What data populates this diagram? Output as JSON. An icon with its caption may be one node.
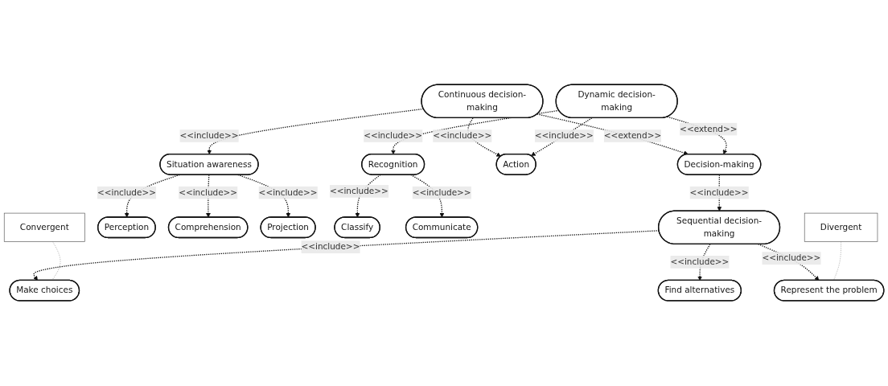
{
  "diagram": {
    "nodes": [
      {
        "text": [
          "Decision-making"
        ]
      },
      {
        "text": [
          "Continuous decision-making"
        ]
      },
      {
        "text": [
          "Sequential decision-making"
        ]
      },
      {
        "text": [
          "Make choices"
        ]
      },
      {
        "text": [
          "Find alternatives"
        ]
      },
      {
        "text": [
          "Dynamic decision-making"
        ]
      },
      {
        "text": [
          "Situation awareness"
        ]
      },
      {
        "text": [
          "Action"
        ]
      },
      {
        "text": [
          "Recognition"
        ]
      },
      {
        "text": [
          "Represent the problem"
        ]
      },
      {
        "text": [
          "Perception"
        ]
      },
      {
        "text": [
          "Comprehension"
        ]
      },
      {
        "text": [
          "Projection"
        ]
      },
      {
        "text": [
          "Classify"
        ]
      },
      {
        "text": [
          "Communicate"
        ]
      },
      {
        "text": [
          "Convergent"
        ]
      },
      {
        "text": [
          "Divergent"
        ]
      }
    ],
    "edges": [
      {
        "from": 1,
        "to": 0,
        "arrow": "to",
        "label": "<<extend>>",
        "style": "dashed"
      },
      {
        "from": 0,
        "to": 2,
        "arrow": "to",
        "label": "<<include>>",
        "style": "dashed"
      },
      {
        "from": 5,
        "to": 0,
        "arrow": "to",
        "label": "<<extend>>",
        "style": "dashed"
      },
      {
        "from": 1,
        "to": 6,
        "arrow": "to",
        "label": "<<include>>",
        "style": "dashed"
      },
      {
        "from": 1,
        "to": 7,
        "arrow": "to",
        "label": "<<include>>",
        "style": "dashed"
      },
      {
        "from": 2,
        "to": 3,
        "arrow": "to",
        "label": "<<include>>",
        "style": "dashed"
      },
      {
        "from": 2,
        "to": 4,
        "arrow": "to",
        "label": "<<include>>",
        "style": "dashed"
      },
      {
        "from": 2,
        "to": 9,
        "arrow": "to",
        "label": "<<include>>",
        "style": "dashed"
      },
      {
        "from": 5,
        "to": 7,
        "arrow": "to",
        "label": "<<include>>",
        "style": "dashed"
      },
      {
        "from": 5,
        "to": 8,
        "arrow": "to",
        "label": "<<include>>",
        "style": "dashed"
      },
      {
        "from": 6,
        "to": 10,
        "arrow": "to",
        "label": "<<include>>",
        "style": "dashed"
      },
      {
        "from": 6,
        "to": 11,
        "arrow": "to",
        "label": "<<include>>",
        "style": "dashed"
      },
      {
        "from": 6,
        "to": 12,
        "arrow": "to",
        "label": "<<include>>",
        "style": "dashed"
      },
      {
        "from": 8,
        "to": 13,
        "arrow": "to",
        "label": "<<include>>",
        "style": "dashed"
      },
      {
        "from": 8,
        "to": 14,
        "arrow": "to",
        "label": "<<include>>",
        "style": "dashed"
      },
      {
        "from": 15,
        "to": 3,
        "arrow": "none",
        "style": "dashed",
        "color": "#999999"
      },
      {
        "from": 16,
        "to": 9,
        "arrow": "none",
        "style": "dashed",
        "color": "#999999"
      }
    ]
  }
}
